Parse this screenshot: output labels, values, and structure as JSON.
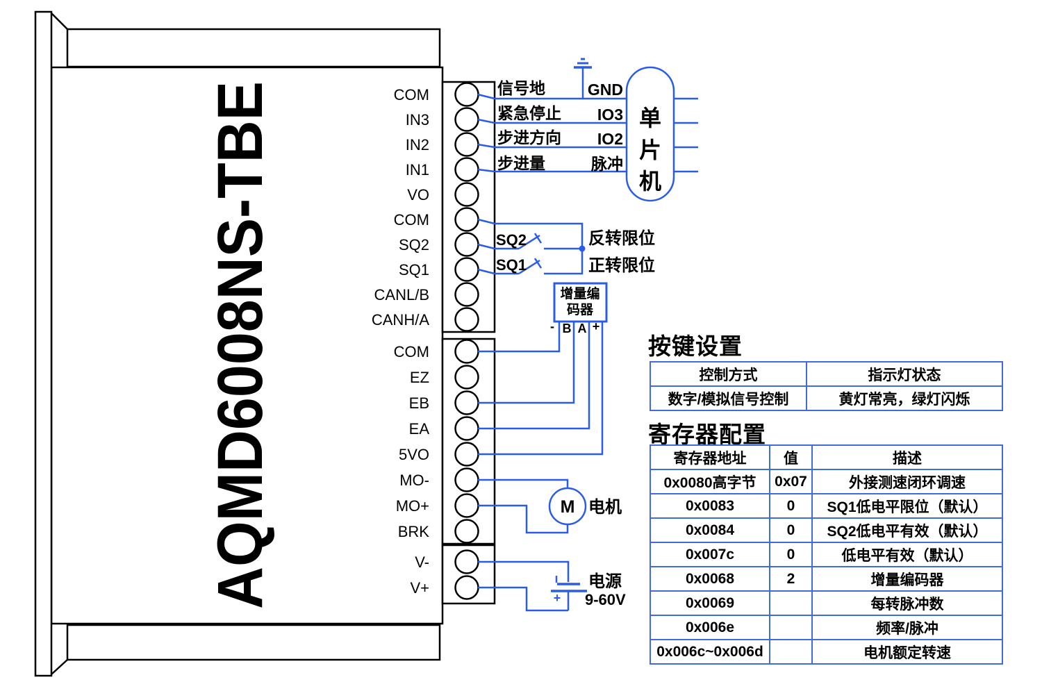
{
  "colors": {
    "wire": "#2b5ce8",
    "outline": "#000000",
    "table_border": "#4169e1"
  },
  "device": {
    "model": "AQMD6008NS-TBE",
    "terminals": {
      "block1": [
        "COM",
        "IN3",
        "IN2",
        "IN1",
        "VO",
        "COM",
        "SQ2",
        "SQ1",
        "CANL/B",
        "CANH/A"
      ],
      "block2": [
        "COM",
        "EZ",
        "EB",
        "EA",
        "5VO",
        "MO-",
        "MO+",
        "BRK"
      ],
      "block3": [
        "V-",
        "V+"
      ]
    }
  },
  "mcu": {
    "label": "单片机",
    "chars": [
      "单",
      "片",
      "机"
    ],
    "connections": [
      {
        "signal": "信号地",
        "pin": "GND"
      },
      {
        "signal": "紧急停止",
        "pin": "IO3"
      },
      {
        "signal": "步进方向",
        "pin": "IO2"
      },
      {
        "signal": "步进量",
        "pin": "脉冲"
      }
    ]
  },
  "switches": {
    "sq2": {
      "label": "SQ2",
      "desc": "反转限位"
    },
    "sq1": {
      "label": "SQ1",
      "desc": "正转限位"
    }
  },
  "encoder": {
    "line1": "增量编",
    "line2": "码器",
    "pins": [
      "-",
      "B",
      "A",
      "+"
    ]
  },
  "motor": {
    "symbol": "M",
    "label": "电机"
  },
  "power": {
    "label": "电源",
    "range": "9-60V",
    "plus": "+"
  },
  "tables": {
    "keys": {
      "title": "按键设置",
      "headers": [
        "控制方式",
        "指示灯状态"
      ],
      "rows": [
        [
          "数字/模拟信号控制",
          "黄灯常亮，绿灯闪烁"
        ]
      ]
    },
    "registers": {
      "title": "寄存器配置",
      "headers": [
        "寄存器地址",
        "值",
        "描述"
      ],
      "rows": [
        [
          "0x0080高字节",
          "0x07",
          "外接测速闭环调速"
        ],
        [
          "0x0083",
          "0",
          "SQ1低电平限位（默认）"
        ],
        [
          "0x0084",
          "0",
          "SQ2低电平有效（默认）"
        ],
        [
          "0x007c",
          "0",
          "低电平有效（默认）"
        ],
        [
          "0x0068",
          "2",
          "增量编码器"
        ],
        [
          "0x0069",
          "",
          "每转脉冲数"
        ],
        [
          "0x006e",
          "",
          "频率/脉冲"
        ],
        [
          "0x006c~0x006d",
          "",
          "电机额定转速"
        ]
      ]
    }
  }
}
